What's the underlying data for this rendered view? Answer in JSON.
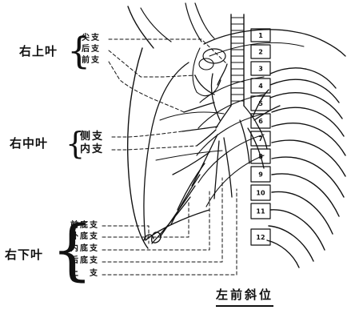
{
  "lobes": {
    "upper": {
      "label": "右上叶",
      "branches": [
        "尖支",
        "后支",
        "前支"
      ]
    },
    "middle": {
      "label": "右中叶",
      "branches": [
        "侧支",
        "内支"
      ]
    },
    "lower": {
      "label": "右下叶",
      "branches": [
        "前底支",
        "外底支",
        "内底支",
        "后底支",
        "上支"
      ]
    }
  },
  "vertebrae": [
    "1",
    "2",
    "3",
    "4",
    "5",
    "6",
    "7",
    "8",
    "9",
    "10",
    "11",
    "12"
  ],
  "caption": "左前斜位",
  "colors": {
    "ink": "#111111",
    "background": "#ffffff"
  }
}
